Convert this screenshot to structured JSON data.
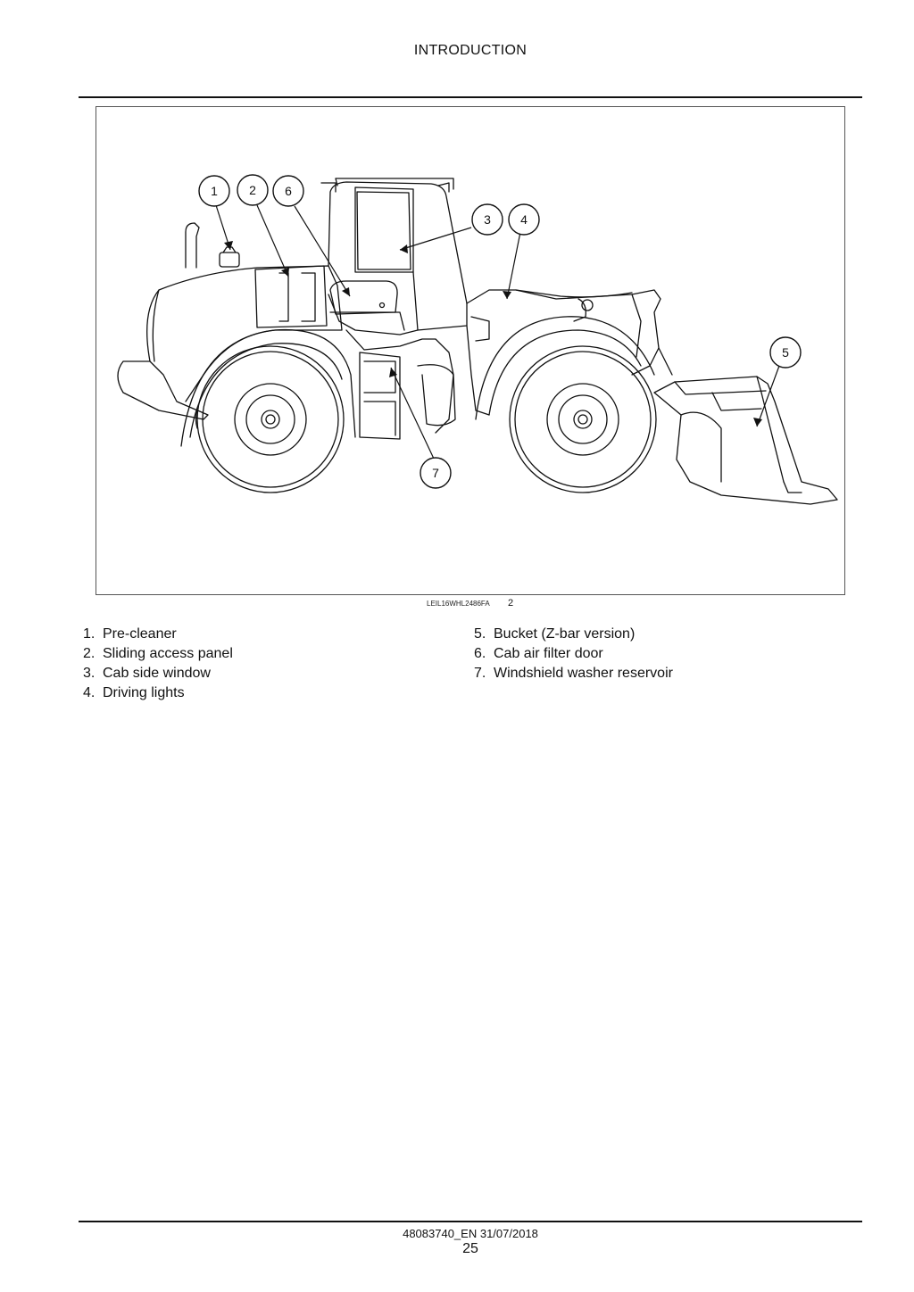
{
  "header": {
    "title": "INTRODUCTION"
  },
  "figure": {
    "caption_code": "LEIL16WHL2486FA",
    "figure_number": "2",
    "callouts": [
      "1",
      "2",
      "6",
      "3",
      "4",
      "5",
      "7"
    ]
  },
  "legend": {
    "left": [
      {
        "num": "1.",
        "label": "Pre-cleaner"
      },
      {
        "num": "2.",
        "label": "Sliding access panel"
      },
      {
        "num": "3.",
        "label": "Cab side window"
      },
      {
        "num": "4.",
        "label": "Driving lights"
      }
    ],
    "right": [
      {
        "num": "5.",
        "label": "Bucket (Z-bar version)"
      },
      {
        "num": "6.",
        "label": "Cab air filter door"
      },
      {
        "num": "7.",
        "label": "Windshield washer reservoir"
      }
    ]
  },
  "footer": {
    "doc_code": "48083740_EN 31/07/2018",
    "page_number": "25"
  }
}
